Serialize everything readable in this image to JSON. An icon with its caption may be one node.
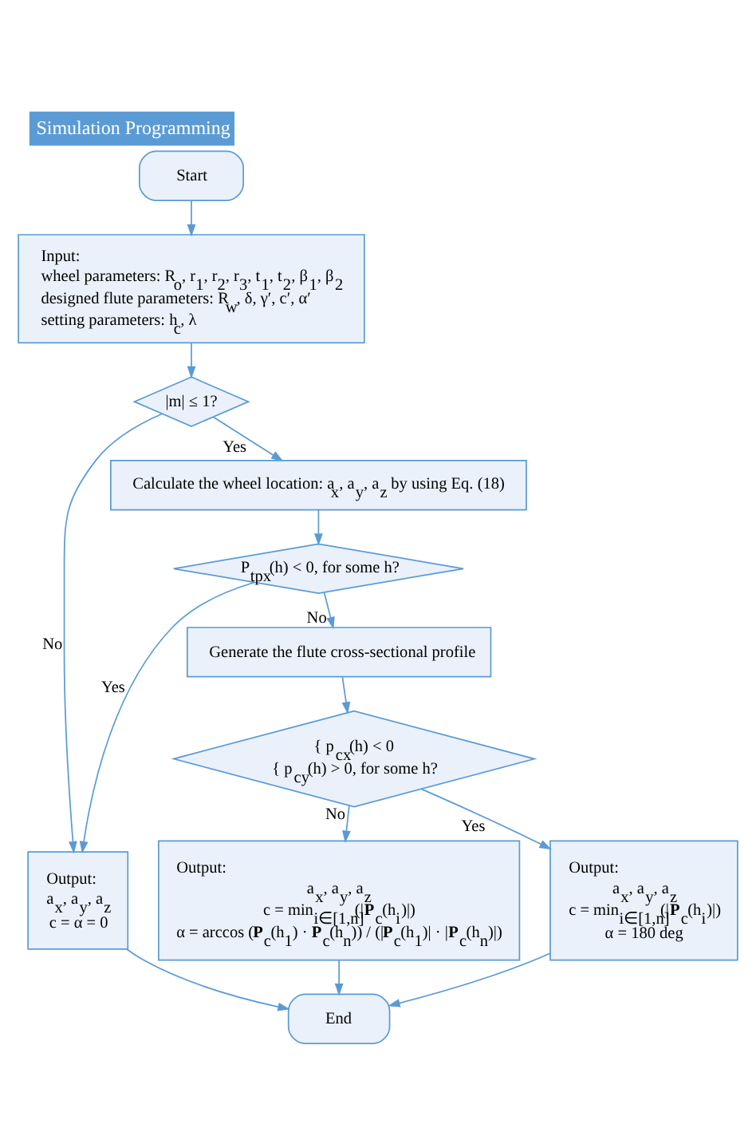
{
  "diagram": {
    "title": "Simulation Programming",
    "nodes": [
      {
        "text": [
          "Start"
        ]
      },
      {
        "text": [
          "Input:",
          "wheel parameters: R$_{o}$, r$_{1}$, r$_{2}$, r$_{3}$, t$_{1}$, t$_{2}$, β$_{1}$, β$_{2}$",
          "designed flute parameters: R$_{w}$, δ, γ′, c′, α′",
          "setting parameters: h$_{c}$, λ"
        ]
      },
      {
        "text": [
          "|m| ≤ 1?"
        ]
      },
      {
        "text": [
          "Calculate the wheel location: a$_{x}$, a$_{y}$, a$_{z}$ by using Eq. (18)"
        ]
      },
      {
        "text": [
          "P$_{tpx}$(h) < 0, for some h?"
        ]
      },
      {
        "text": [
          "Generate the flute cross-sectional profile"
        ]
      },
      {
        "text": [
          "{ p$_{cx}$(h) < 0",
          "{ p$_{cy}$(h) > 0, for some h?"
        ]
      },
      {
        "text": [
          "Output:",
          "a$_{x}$, a$_{y}$, a$_{z}$",
          "c = α = 0"
        ]
      },
      {
        "text": [
          "Output:",
          "a$_{x}$, a$_{y}$, a$_{z}$",
          "c = min$_{i∈[1,n]}$(|**P**$_{c}$(h$_{i}$)|)",
          "α = arccos (**P**$_{c}$(h$_{1}$) · **P**$_{c}$(h$_{n}$)) / (|**P**$_{c}$(h$_{1}$)| · |**P**$_{c}$(h$_{n}$)|)"
        ]
      },
      {
        "text": [
          "Output:",
          "a$_{x}$, a$_{y}$, a$_{z}$",
          "c = min$_{i∈[1,n]}$(|**P**$_{c}$(h$_{i}$)|)",
          "α = 180 deg"
        ]
      },
      {
        "text": [
          "End"
        ]
      }
    ],
    "edges": [
      {
        "from": 0,
        "to": 1,
        "arrow": "to"
      },
      {
        "from": 1,
        "to": 2,
        "arrow": "to"
      },
      {
        "from": 2,
        "to": 7,
        "arrow": "to",
        "label": "No"
      },
      {
        "from": 2,
        "to": 3,
        "arrow": "to",
        "label": "Yes"
      },
      {
        "from": 3,
        "to": 4,
        "arrow": "to"
      },
      {
        "from": 4,
        "to": 7,
        "arrow": "to",
        "label": "Yes"
      },
      {
        "from": 4,
        "to": 5,
        "arrow": "to",
        "label": "No"
      },
      {
        "from": 5,
        "to": 6,
        "arrow": "to"
      },
      {
        "from": 6,
        "to": 9,
        "arrow": "to",
        "label": "Yes"
      },
      {
        "from": 6,
        "to": 8,
        "arrow": "to",
        "label": "No"
      },
      {
        "from": 7,
        "to": 10,
        "arrow": "to"
      },
      {
        "from": 8,
        "to": 10,
        "arrow": "to"
      },
      {
        "from": 9,
        "to": 10,
        "arrow": "to"
      }
    ]
  }
}
